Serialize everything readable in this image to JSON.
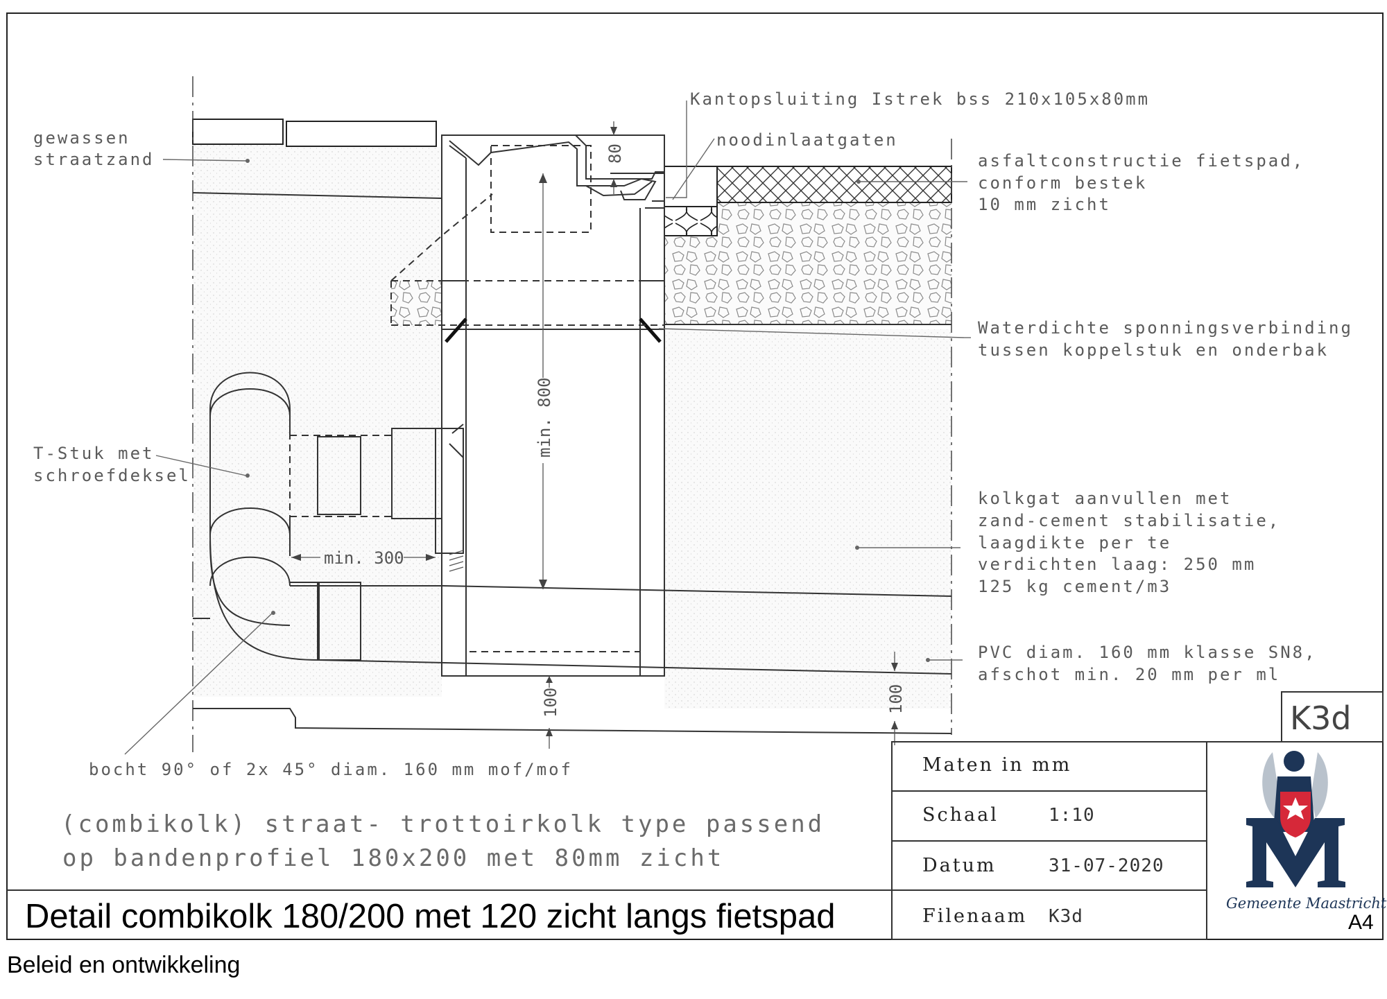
{
  "labels": {
    "kantopsluiting": "Kantopsluiting Istrek bss 210x105x80mm",
    "noodinlaatgaten": "noodinlaatgaten",
    "gewassen_1": "gewassen",
    "gewassen_2": "straatzand",
    "asfalt_1": "asfaltconstructie fietspad,",
    "asfalt_2": "conform bestek",
    "asfalt_3": "10 mm zicht",
    "waterdicht_1": "Waterdichte sponningsverbinding",
    "waterdicht_2": "tussen koppelstuk en onderbak",
    "tstuk_1": "T-Stuk met",
    "tstuk_2": "schroefdeksel",
    "kolkgat_1": "kolkgat aanvullen met",
    "kolkgat_2": "zand-cement stabilisatie,",
    "kolkgat_3": "laagdikte per te",
    "kolkgat_4": "verdichten laag: 250 mm",
    "kolkgat_5": "125 kg cement/m3",
    "pvc_1": "PVC diam. 160 mm klasse SN8,",
    "pvc_2": "afschot min. 20 mm per ml",
    "bocht": "bocht 90° of 2x 45° diam. 160 mm mof/mof",
    "desc_1": "(combikolk) straat- trottoirkolk type passend",
    "desc_2": "op bandenprofiel 180x200 met 80mm zicht"
  },
  "dimensions": {
    "top": "80",
    "height": "min. 800",
    "width": "min. 300",
    "bottom_left": "100",
    "bottom_right": "100"
  },
  "title_block": {
    "code": "K3d",
    "maten": "Maten in mm",
    "schaal_label": "Schaal",
    "schaal_value": "1:10",
    "datum_label": "Datum",
    "datum_value": "31-07-2020",
    "filenaam_label": "Filenaam",
    "filenaam_value": "K3d",
    "municipality": "Gemeente Maastricht",
    "format": "A4"
  },
  "title": "Detail combikolk 180/200 met 120 zicht langs fietspad",
  "footer": "Beleid en ontwikkeling",
  "colors": {
    "logo_navy": "#1d3557",
    "logo_red": "#d62839",
    "logo_grey": "#b9c2cc"
  }
}
